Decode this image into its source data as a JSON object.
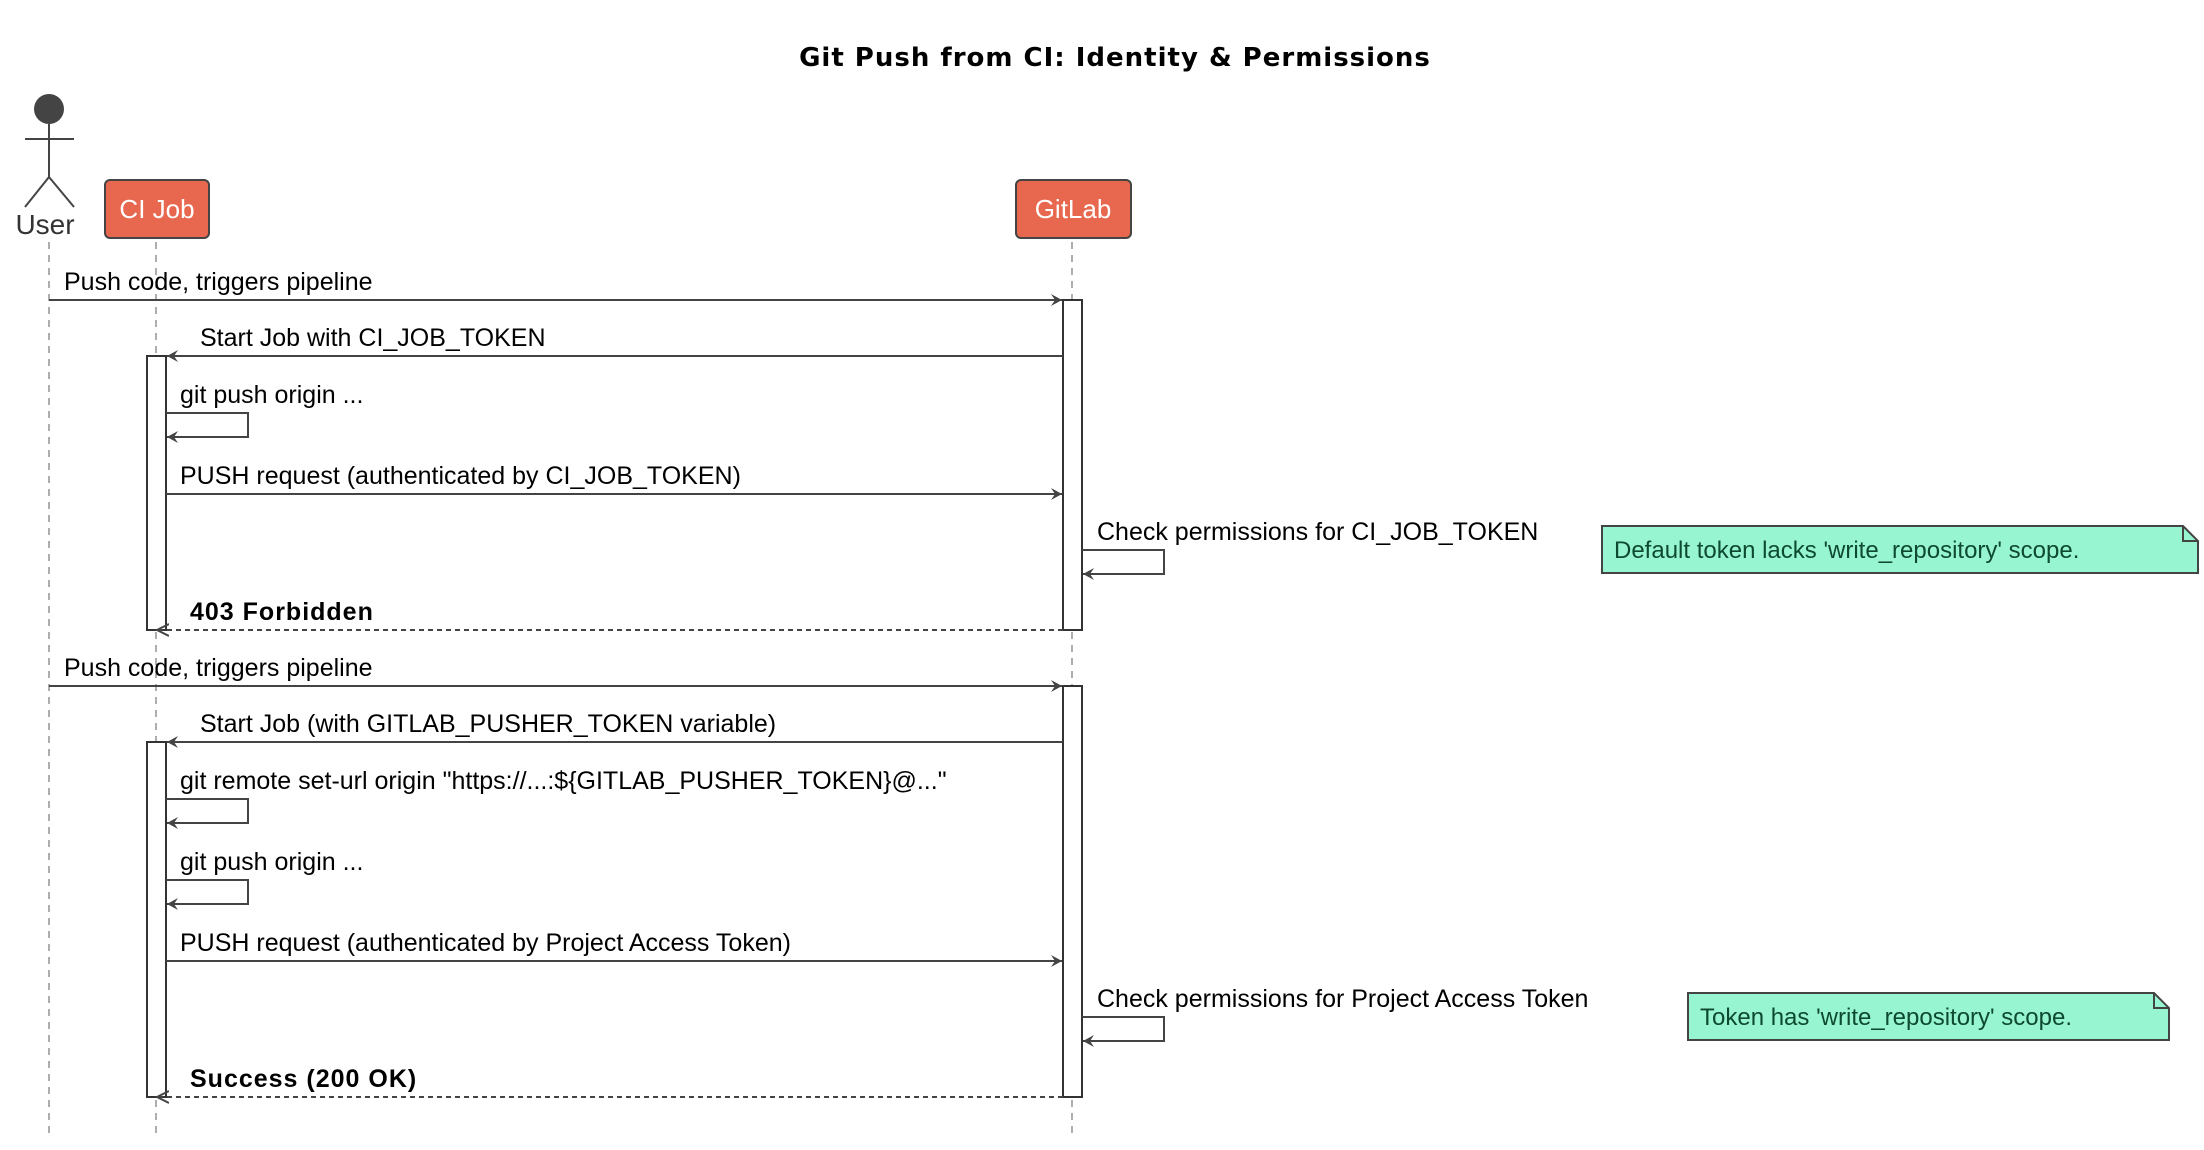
{
  "title": "Git Push from CI: Identity & Permissions",
  "participants": {
    "user": "User",
    "ci_job": "CI Job",
    "gitlab": "GitLab"
  },
  "colors": {
    "participant_fill": "#E8684F",
    "participant_border": "#444444",
    "note_fill": "#98F5D1",
    "note_border": "#444444",
    "line": "#444444"
  },
  "messages": [
    {
      "text": "Push code, triggers pipeline"
    },
    {
      "text": "Start Job with CI_JOB_TOKEN"
    },
    {
      "text": "git push origin ..."
    },
    {
      "text": "PUSH request (authenticated by CI_JOB_TOKEN)"
    },
    {
      "text": "Check permissions for CI_JOB_TOKEN"
    },
    {
      "text": "403 Forbidden"
    },
    {
      "text": "Push code, triggers pipeline"
    },
    {
      "text": "Start Job (with GITLAB_PUSHER_TOKEN variable)"
    },
    {
      "text": "git remote set-url origin \"https://...:${GITLAB_PUSHER_TOKEN}@...\""
    },
    {
      "text": "git push origin ..."
    },
    {
      "text": "PUSH request (authenticated by Project Access Token)"
    },
    {
      "text": "Check permissions for Project Access Token"
    },
    {
      "text": "Success (200 OK)"
    }
  ],
  "notes": [
    {
      "text": "Default token lacks 'write_repository' scope."
    },
    {
      "text": "Token has 'write_repository' scope."
    }
  ]
}
